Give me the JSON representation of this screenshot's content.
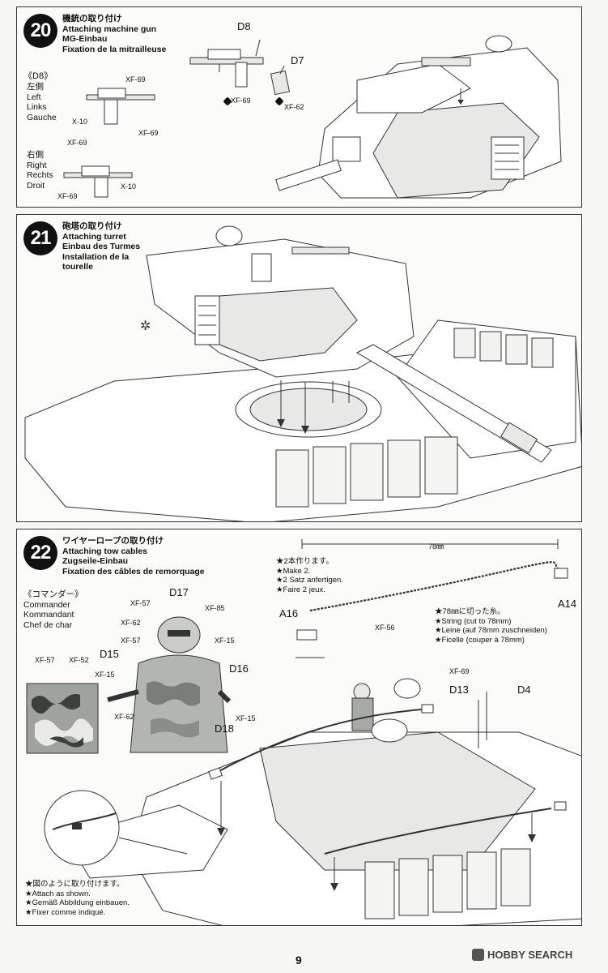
{
  "page_number": "9",
  "watermark": "HOBBY SEARCH",
  "step20": {
    "number": "20",
    "titles": [
      "機銃の取り付け",
      "Attaching machine gun",
      "MG-Einbau",
      "Fixation de la mitrailleuse"
    ],
    "parts": {
      "d8": "D8",
      "d7": "D7"
    },
    "paints": {
      "xf69": "XF-69",
      "xf62": "XF-62",
      "x10": "X-10"
    },
    "sub_d8": "《D8》",
    "left_labels": [
      "左側",
      "Left",
      "Links",
      "Gauche"
    ],
    "right_labels": [
      "右側",
      "Right",
      "Rechts",
      "Droit"
    ]
  },
  "step21": {
    "number": "21",
    "titles": [
      "砲塔の取り付け",
      "Attaching turret",
      "Einbau des Turmes",
      "Installation de la",
      "tourelle"
    ]
  },
  "step22": {
    "number": "22",
    "titles": [
      "ワイヤーロープの取り付け",
      "Attaching tow cables",
      "Zugseile-Einbau",
      "Fixation des câbles de remorquage"
    ],
    "commander": [
      "《コマンダー》",
      "Commander",
      "Kommandant",
      "Chef de char"
    ],
    "parts": {
      "d17": "D17",
      "d15": "D15",
      "d16": "D16",
      "d18": "D18",
      "a16": "A16",
      "a14": "A14",
      "d13": "D13",
      "d4": "D4"
    },
    "paints": {
      "xf57": "XF-57",
      "xf52": "XF-52",
      "xf85": "XF-85",
      "xf62": "XF-62",
      "xf15": "XF-15",
      "xf56": "XF-56",
      "xf69": "XF-69"
    },
    "length": "78㎜",
    "make2": [
      "★2本作ります。",
      "★Make 2.",
      "★2 Satz anfertigen.",
      "★Faire 2 jeux."
    ],
    "string": [
      "★78㎜に切った糸。",
      "★String (cut to 78mm)",
      "★Leine (auf 78mm zuschneiden)",
      "★Ficelle (couper à 78mm)"
    ],
    "attach": [
      "★図のように取り付けます。",
      "★Attach as shown.",
      "★Gemäß Abbildung einbauen.",
      "★Fixer comme indiqué."
    ]
  }
}
